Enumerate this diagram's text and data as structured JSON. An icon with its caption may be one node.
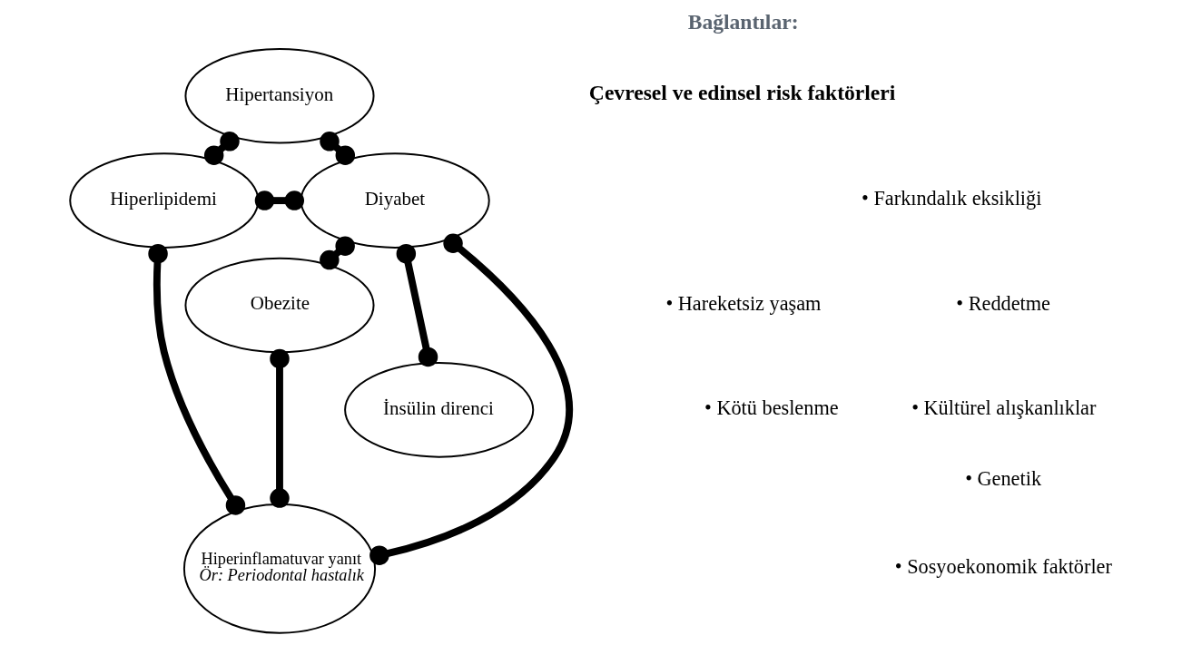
{
  "diagram": {
    "nodes": [
      {
        "text": [
          "Hipertansiyon"
        ]
      },
      {
        "text": [
          "Obezite"
        ]
      },
      {
        "text": [
          "Hiperlipidemi"
        ]
      },
      {
        "text": [
          "Diyabet"
        ]
      },
      {
        "text": [
          "İnsülin direnci"
        ]
      },
      {
        "text": [
          "Hiperinflamatuvar yanıt",
          "Ör: Periodontal hastalık"
        ]
      }
    ],
    "edges": [
      {
        "from": 0,
        "to": 2,
        "arrow": "other"
      },
      {
        "from": 0,
        "to": 3,
        "arrow": "other"
      },
      {
        "from": 2,
        "to": 3,
        "arrow": "other"
      },
      {
        "from": 3,
        "to": 1,
        "arrow": "other"
      },
      {
        "from": 3,
        "to": 4,
        "arrow": "other"
      },
      {
        "from": 2,
        "to": 5,
        "arrow": "other"
      },
      {
        "from": 3,
        "to": 5,
        "arrow": "other"
      },
      {
        "from": 1,
        "to": 5,
        "arrow": "other"
      }
    ],
    "labels": [
      "Bağlantılar:",
      "Çevresel ve edinsel risk faktörleri",
      "• Hareketsiz yaşam",
      "• Kötü beslenme",
      "• Farkındalık eksikliği",
      "• Reddetme",
      "• Kültürel alışkanlıklar",
      "• Genetik",
      "• Sosyoekonomik faktörler"
    ]
  }
}
